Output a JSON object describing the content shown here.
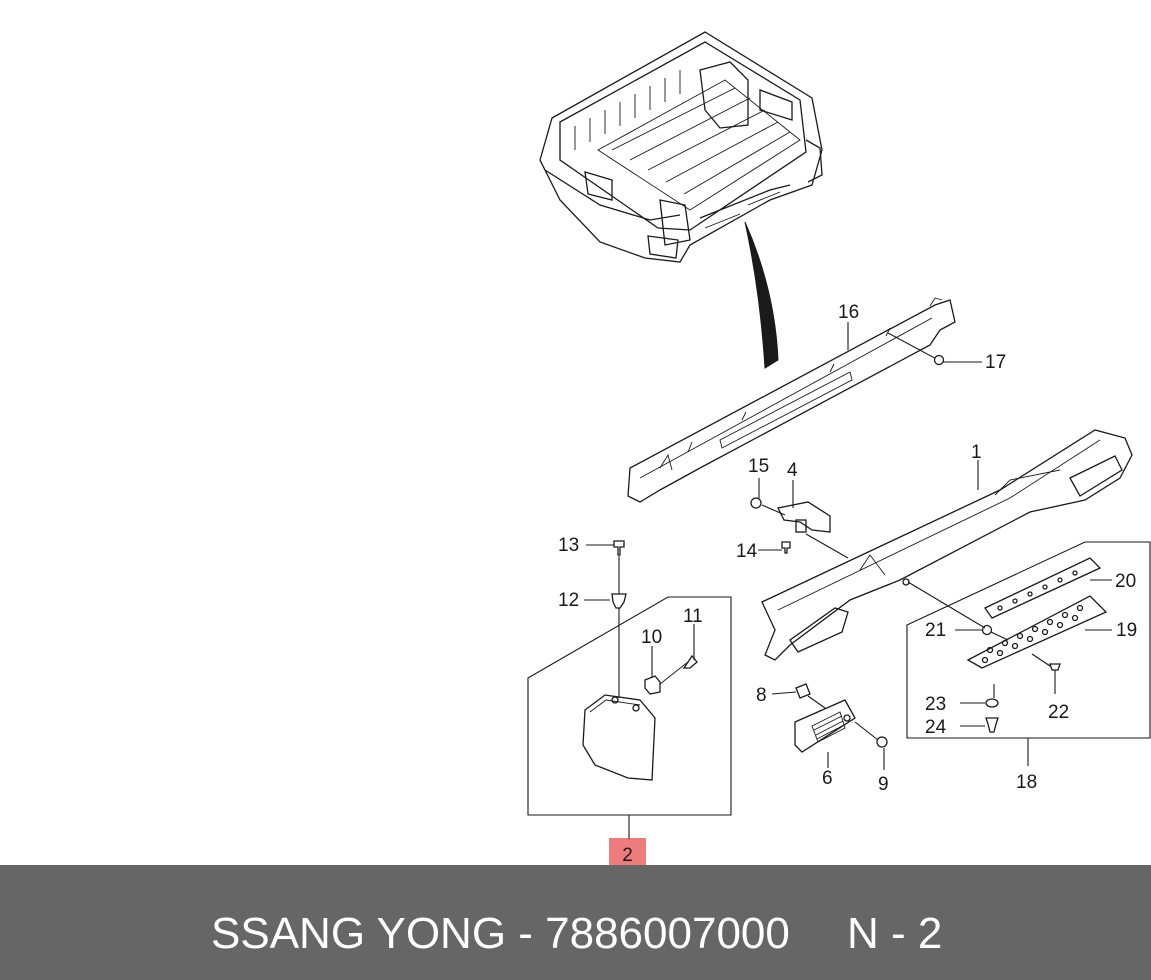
{
  "diagram": {
    "callouts": {
      "p1": "1",
      "p4": "4",
      "p6": "6",
      "p8": "8",
      "p9": "9",
      "p10": "10",
      "p11": "11",
      "p12": "12",
      "p13": "13",
      "p14": "14",
      "p15": "15",
      "p16": "16",
      "p17": "17",
      "p18": "18",
      "p19": "19",
      "p20": "20",
      "p21": "21",
      "p22": "22",
      "p23": "23",
      "p24": "24"
    },
    "highlighted_part": "2",
    "colors": {
      "highlight": "#e85050",
      "footer_bg": "#666666",
      "footer_text": "#ffffff",
      "line": "#1a1a1a"
    }
  },
  "footer": {
    "title": "SSANG YONG - 7886007000",
    "code": "N - 2"
  }
}
